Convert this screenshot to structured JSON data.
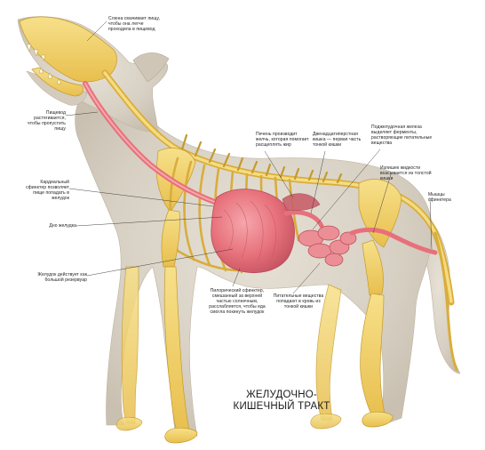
{
  "title": {
    "line1": "ЖЕЛУДОЧНО-",
    "line2": "КИШЕЧНЫЙ ТРАКТ"
  },
  "labels": {
    "saliva": "Слюна смачивает пищу, чтобы она легче проходила в пищевод",
    "esophagus": "Пищевод растягивается, чтобы пропустить пищу",
    "cardiac_sphincter": "Кардиальный сфинктер позволяет пище попадать в желудок",
    "stomach_bottom": "Дно желудка",
    "stomach_tank": "Желудок действует как большой резервуар",
    "liver": "Печень производит желчь, которая помогает расщеплять жир",
    "duodenum": "Двенадцатиперстная кишка — первая часть тонкой кишки",
    "pancreas": "Поджелудочная железа выделяет ферменты, растворяющие питательные вещества",
    "water": "Излишек жидкости всасывается из толстой кишки",
    "anal_muscles": "Мышцы сфинктера",
    "pyloric": "Пилорический сфинктер, смешанный за верхней частью солнечным, расслабляется, чтобы еда смогла покинуть желудок",
    "nutrients": "Питательные вещества попадают в кровь из тонкой кишки"
  },
  "colors": {
    "bone": "#f1d06a",
    "gut": "#e8707a",
    "fur": "#d9d2c6"
  }
}
